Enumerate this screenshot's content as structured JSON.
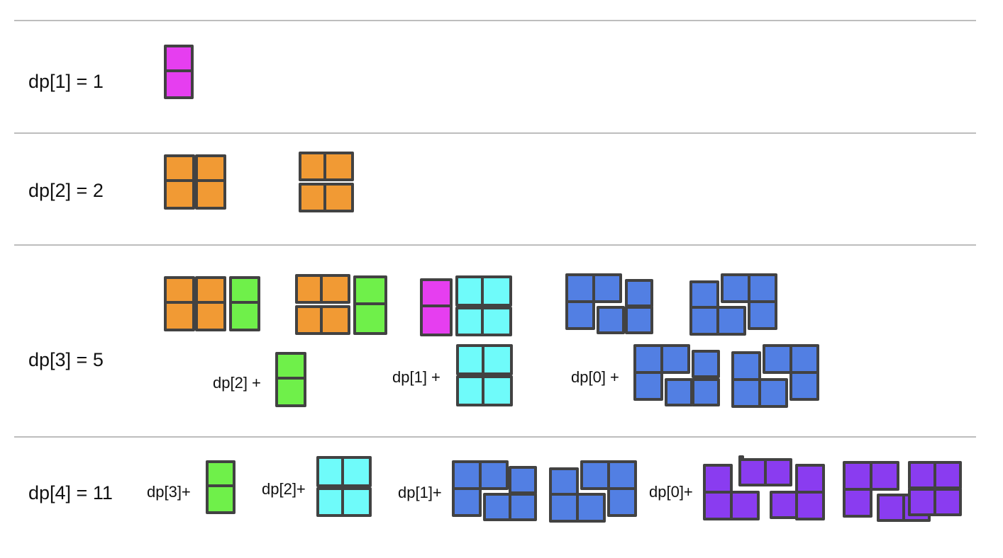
{
  "colors": {
    "stroke": "#424242",
    "magenta": "#E63EF0",
    "orange": "#F19A34",
    "green": "#6FF04A",
    "cyan": "#6FFBFA",
    "blue": "#527FE3",
    "purple": "#8A3CF0",
    "divider": "#BDBDBD"
  },
  "rows": [
    {
      "label": "dp[1] = 1"
    },
    {
      "label": "dp[2] = 2"
    },
    {
      "label": "dp[3] = 5"
    },
    {
      "label": "dp[4] = 11"
    }
  ],
  "terms": {
    "row3": [
      "dp[2] +",
      "dp[1] +",
      "dp[0] +"
    ],
    "row4": [
      "dp[3]+",
      "dp[2]+",
      "dp[1]+",
      "dp[0]+"
    ]
  }
}
